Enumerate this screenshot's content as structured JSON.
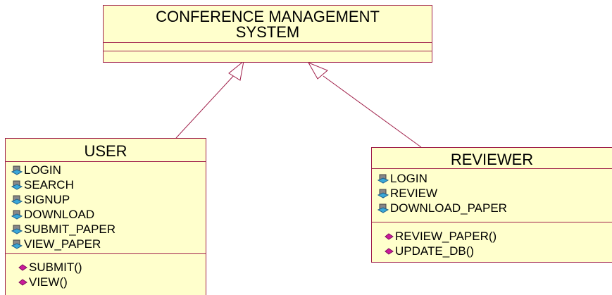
{
  "diagram": {
    "parent_class": {
      "title_line1": "CONFERENCE MANAGEMENT",
      "title_line2": "SYSTEM",
      "attributes": [],
      "operations": []
    },
    "user_class": {
      "title": "USER",
      "attributes": [
        "LOGIN",
        "SEARCH",
        "SIGNUP",
        "DOWNLOAD",
        "SUBMIT_PAPER",
        "VIEW_PAPER"
      ],
      "operations": [
        "SUBMIT()",
        "VIEW()"
      ]
    },
    "reviewer_class": {
      "title": "REVIEWER",
      "attributes": [
        "LOGIN",
        "REVIEW",
        "DOWNLOAD_PAPER"
      ],
      "operations": [
        "REVIEW_PAPER()",
        "UPDATE_DB()"
      ]
    },
    "icons": {
      "attribute": "protected-attribute-icon",
      "operation": "public-operation-icon"
    },
    "colors": {
      "class_fill": "#ffffcc",
      "border": "#a0204a",
      "attribute_icon": "#3aa8d8",
      "operation_icon": "#cc1a9a"
    }
  }
}
